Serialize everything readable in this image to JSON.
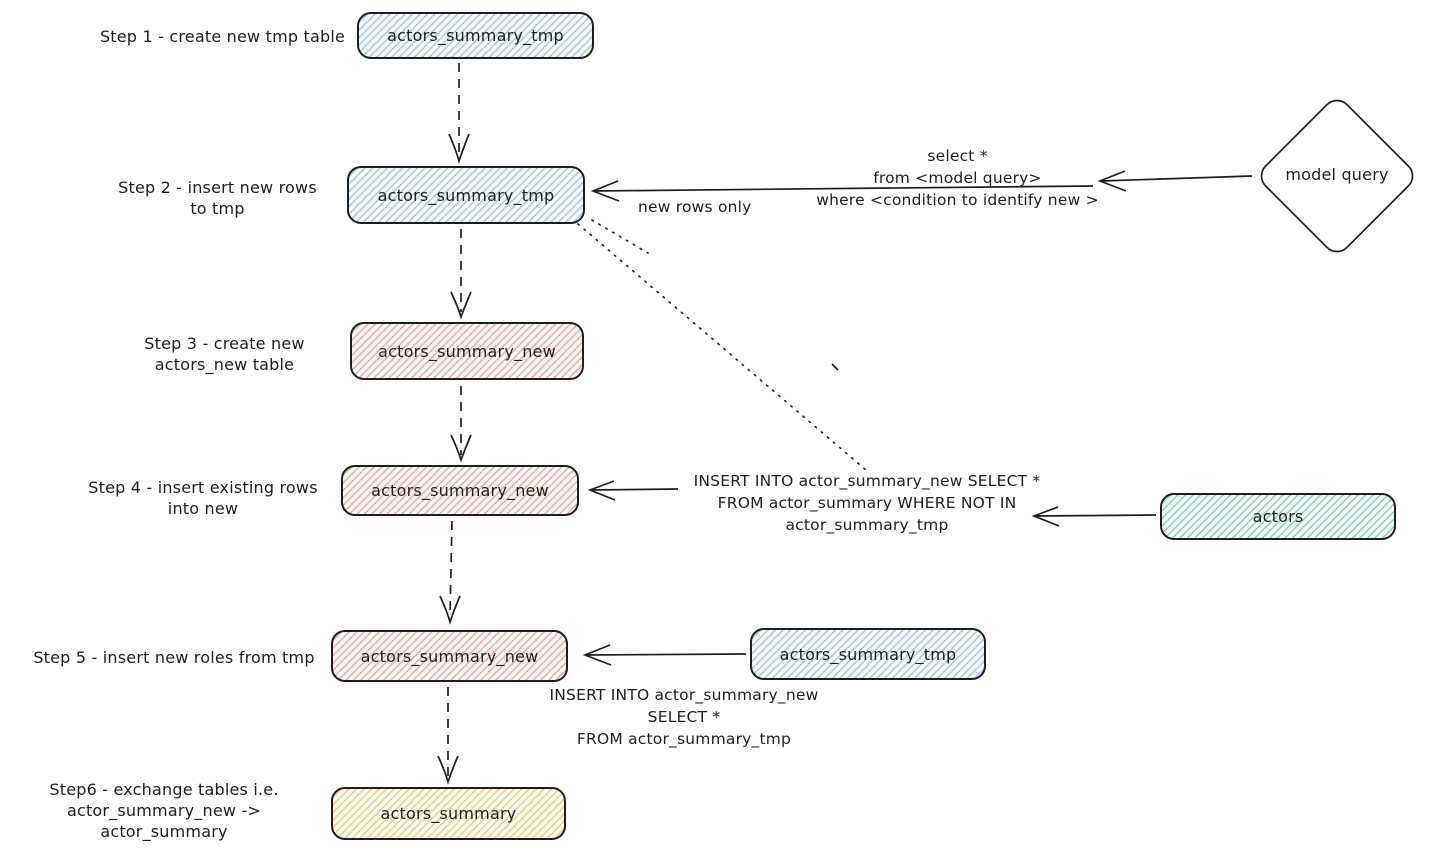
{
  "steps": {
    "step1": {
      "label": "Step 1 - create new tmp table",
      "table": "actors_summary_tmp"
    },
    "step2": {
      "label": "Step 2 - insert new rows\nto tmp",
      "table": "actors_summary_tmp"
    },
    "step3": {
      "label": "Step 3 - create new\nactors_new table",
      "table": "actors_summary_new"
    },
    "step4": {
      "label": "Step 4 - insert existing rows\ninto new",
      "table": "actors_summary_new"
    },
    "step5": {
      "label": "Step 5 - insert new roles from tmp",
      "table": "actors_summary_new"
    },
    "step6": {
      "label": "Step6 - exchange tables i.e.\nactor_summary_new -> actor_summary",
      "table": "actors_summary"
    }
  },
  "sources": {
    "model_query": "model query",
    "actors": "actors",
    "tmp_table": "actors_summary_tmp"
  },
  "annotations": {
    "select_query": "select *\nfrom <model query>\nwhere <condition to identify new >",
    "new_rows_only": "new rows only",
    "insert_existing": "INSERT INTO actor_summary_new SELECT *\nFROM actor_summary WHERE NOT IN\nactor_summary_tmp",
    "insert_from_tmp": "INSERT INTO actor_summary_new\nSELECT *\nFROM actor_summary_tmp"
  },
  "colors": {
    "ink": "#1e1e1e",
    "blue_hatch": "#aecdf0",
    "pink_hatch": "#f5b0a8",
    "green_hatch": "#8ed8c3",
    "yellow_hatch": "#f4cf86"
  }
}
